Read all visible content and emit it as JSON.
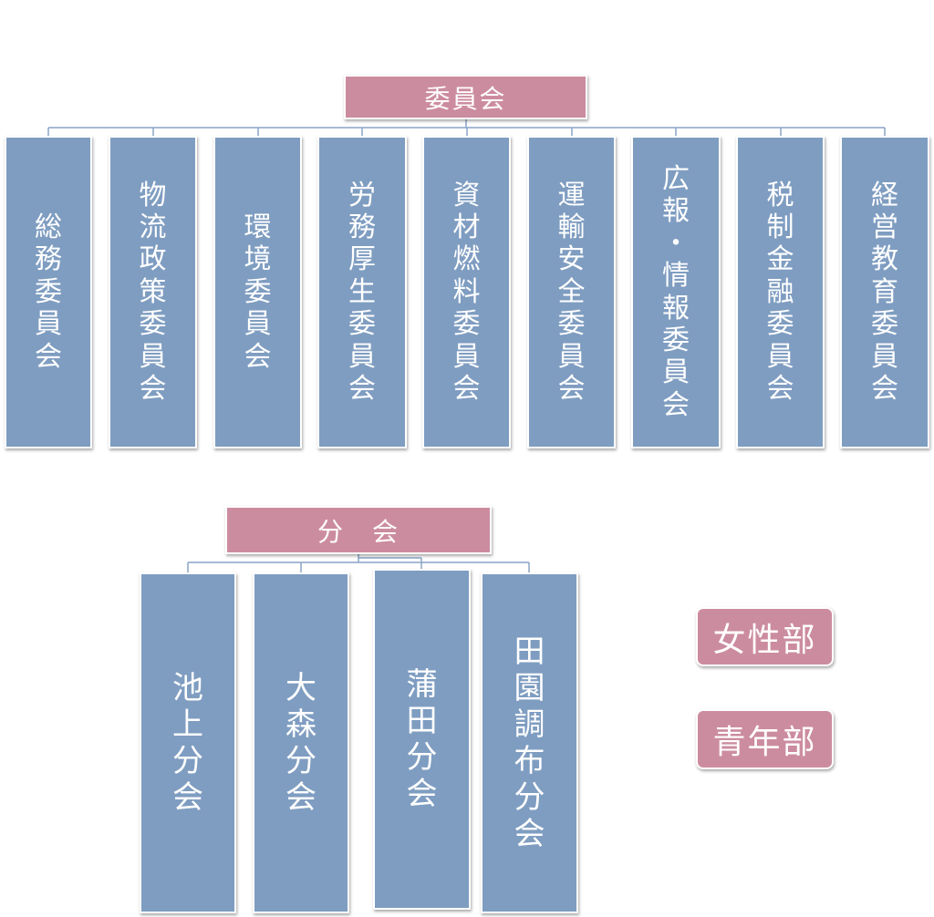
{
  "committee": {
    "title": "委員会",
    "boxes": [
      {
        "label": "総務委員会"
      },
      {
        "label": "物流政策委員会"
      },
      {
        "label": "環境委員会"
      },
      {
        "label": "労務厚生委員会"
      },
      {
        "label": "資材燃料委員会"
      },
      {
        "label": "運輸安全委員会"
      },
      {
        "label": "広報・情報委員会"
      },
      {
        "label": "税制金融委員会"
      },
      {
        "label": "経営教育委員会"
      }
    ]
  },
  "branch": {
    "title": "分　会",
    "boxes": [
      {
        "label": "池上分会"
      },
      {
        "label": "大森分会"
      },
      {
        "label": "蒲田分会"
      },
      {
        "label": "田園調布分会"
      }
    ]
  },
  "departments": [
    {
      "label": "女性部"
    },
    {
      "label": "青年部"
    }
  ],
  "colors": {
    "pink": "#cc8ca0",
    "blue": "#7f9dc1",
    "line": "#7f9dc1"
  }
}
